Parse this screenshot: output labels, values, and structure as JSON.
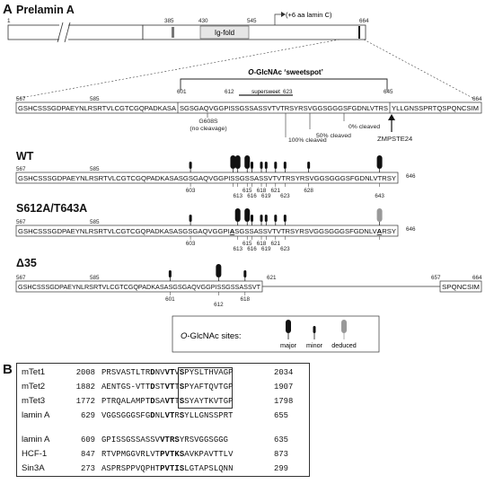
{
  "panelA": {
    "label": "A",
    "protein": "Prelamin A",
    "domain_map": {
      "pos_start": "1",
      "pos_385": "385",
      "pos_430": "430",
      "pos_545": "545",
      "pos_664": "664",
      "igfold": "Ig-fold",
      "lamin_c_note": "(+6 aa lamin C)"
    },
    "sweetspot": {
      "title_prefix": "O",
      "title_rest": "-GlcNAc ‘sweetspot’",
      "supersweet": "supersweet"
    },
    "full_seq": {
      "start": "567",
      "pos585": "585",
      "pos601": "601",
      "pos612": "612",
      "pos623": "623",
      "pos645": "645",
      "end": "664",
      "seg1": "GSHCSSSGDPAEYNLRSRTVLCGTCGQPADKASA",
      "seg2": "SGSGAQVGGPISSGSSASSVTVTRSYRSVGGSGGGSFGDNLVTRS",
      "seg3": "YLLGNSSPRTQSPQNCSIM",
      "g608s": "G608S",
      "no_cleavage": "(no cleavage)",
      "c100": "100% cleaved",
      "c50": "50% cleaved",
      "c0": "0% cleaved",
      "zmpste": "ZMPSTE24"
    },
    "wt": {
      "title": "WT",
      "start": "567",
      "pos585": "585",
      "end": "646",
      "seq": "GSHCSSSGDPAEYNLRSRTVLCGTCGQPADKASASGSGAQVGGPISSGSSASSVTVTRSYRSVGGSGGGSFGDNLVTRSY",
      "sites": [
        "603",
        "613",
        "615",
        "616",
        "618",
        "619",
        "621",
        "623",
        "628",
        "643"
      ]
    },
    "mut": {
      "title": "S612A/T643A",
      "start": "567",
      "pos585": "585",
      "end": "646",
      "seq_a": "GSHCSSSGDPAEYNLRSRTVLCGTCGQPADKASASGSGAQVGGPI",
      "seq_b": "A",
      "seq_c": "SGSSASSVTVTRSYRSVGGSGGGSFGDNLV",
      "seq_d": "A",
      "seq_e": "RSY",
      "sites": [
        "603",
        "613",
        "615",
        "616",
        "618",
        "619",
        "621",
        "623"
      ]
    },
    "d35": {
      "title": "Δ35",
      "start": "567",
      "pos585": "585",
      "pos621": "621",
      "pos657": "657",
      "end": "664",
      "seq": "GSHCSSSGDPAEYNLRSRTVLCGTCGQPADKASASGSGAQVGGPISSGSSASSVT",
      "seq_tail": "SPQNCSIM",
      "sites": [
        "601",
        "612",
        "618"
      ]
    },
    "legend": {
      "title_prefix": "O",
      "title_rest": "-GlcNAc sites:",
      "major": "major",
      "minor": "minor",
      "deduced": "deduced"
    }
  },
  "panelB": {
    "label": "B",
    "rows": [
      {
        "name": "mTet1",
        "start": "2008",
        "pre": "PRSVASTLTR",
        "mid1": "D",
        "mid2": "NV",
        "vt": "VT",
        "mid3": "V",
        "s": "S",
        "post": "PYSLTHVAGP",
        "end": "2034"
      },
      {
        "name": "mTet2",
        "start": "1882",
        "pre": "AENTGS-VTT",
        "mid1": "D",
        "mid2": "ST",
        "vt": "VT",
        "mid3": "T",
        "s": "S",
        "post": "PYAFTQVTGP",
        "end": "1907"
      },
      {
        "name": "mTet3",
        "start": "1772",
        "pre": "PTRQALAMPT",
        "mid1": "D",
        "mid2": "SA",
        "vt": "VT",
        "mid3": "T",
        "s": "S",
        "post": "SYAYTKVTGP",
        "end": "1798"
      },
      {
        "name": "lamin A",
        "start": "629",
        "pre": "VGGSGGGSFG",
        "mid1": "D",
        "mid2": "NL",
        "vt": "VT",
        "mid3": "R",
        "s": "S",
        "post": "YLLGNSSPRT",
        "end": "655"
      }
    ],
    "rows2": [
      {
        "name": "lamin A",
        "start": "609",
        "pre": "GPISSGSSASSV",
        "vts": "VTRS",
        "post": "YRSVGGSGGG",
        "end": "635"
      },
      {
        "name": "HCF-1",
        "start": "847",
        "pre": "RTVPMGGVRLVT",
        "vts": "PVTKS",
        "post": "AVKPAVTTLV",
        "end": "873"
      },
      {
        "name": "Sin3A",
        "start": "273",
        "pre": "ASPRSPPVQPHT",
        "vts": "PVTIS",
        "post": "LGTAPSLQNN",
        "end": "299"
      }
    ]
  },
  "colors": {
    "major": "#111111",
    "minor": "#111111",
    "deduced": "#999999",
    "igfold": "#e6e6e6"
  }
}
